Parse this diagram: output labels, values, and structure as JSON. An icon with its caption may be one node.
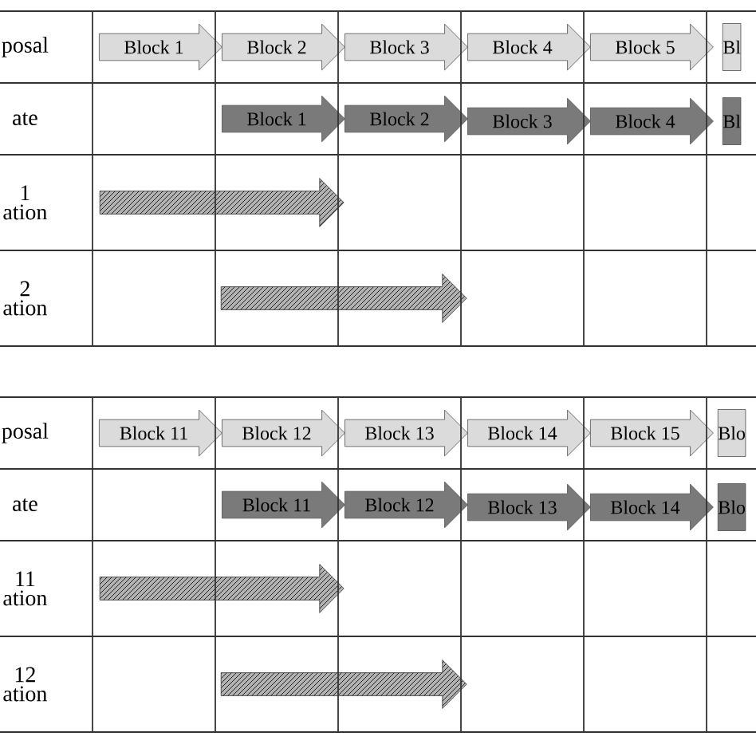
{
  "diagram": {
    "nodes": [
      {
        "text": [
          "Block 1"
        ]
      },
      {
        "text": [
          "Block 2"
        ]
      },
      {
        "text": [
          "Block 3"
        ]
      },
      {
        "text": [
          "Block 4"
        ]
      },
      {
        "text": [
          "Block 5"
        ]
      },
      {
        "text": [
          "Bl"
        ]
      },
      {
        "text": [
          "Block 1"
        ]
      },
      {
        "text": [
          "Block 2"
        ]
      },
      {
        "text": [
          "Block 3"
        ]
      },
      {
        "text": [
          "Block 4"
        ]
      },
      {
        "text": [
          "Bl"
        ]
      },
      {
        "text": [],
        "shape": "arrow"
      },
      {
        "text": [],
        "shape": "arrow"
      },
      {
        "text": [
          "Block 11"
        ]
      },
      {
        "text": [
          "Block 12"
        ]
      },
      {
        "text": [
          "Block 13"
        ]
      },
      {
        "text": [
          "Block 14"
        ]
      },
      {
        "text": [
          "Block 15"
        ]
      },
      {
        "text": [
          "Blo"
        ]
      },
      {
        "text": [
          "Block 11"
        ]
      },
      {
        "text": [
          "Block 12"
        ]
      },
      {
        "text": [
          "Block 13"
        ]
      },
      {
        "text": [
          "Block 14"
        ]
      },
      {
        "text": [
          "Blo"
        ]
      },
      {
        "text": [],
        "shape": "arrow"
      },
      {
        "text": [],
        "shape": "arrow"
      }
    ],
    "labels": [
      "posal",
      "ate",
      "1 ation",
      "2 ation",
      "posal",
      "ate",
      "11 ation",
      "12 ation"
    ]
  }
}
